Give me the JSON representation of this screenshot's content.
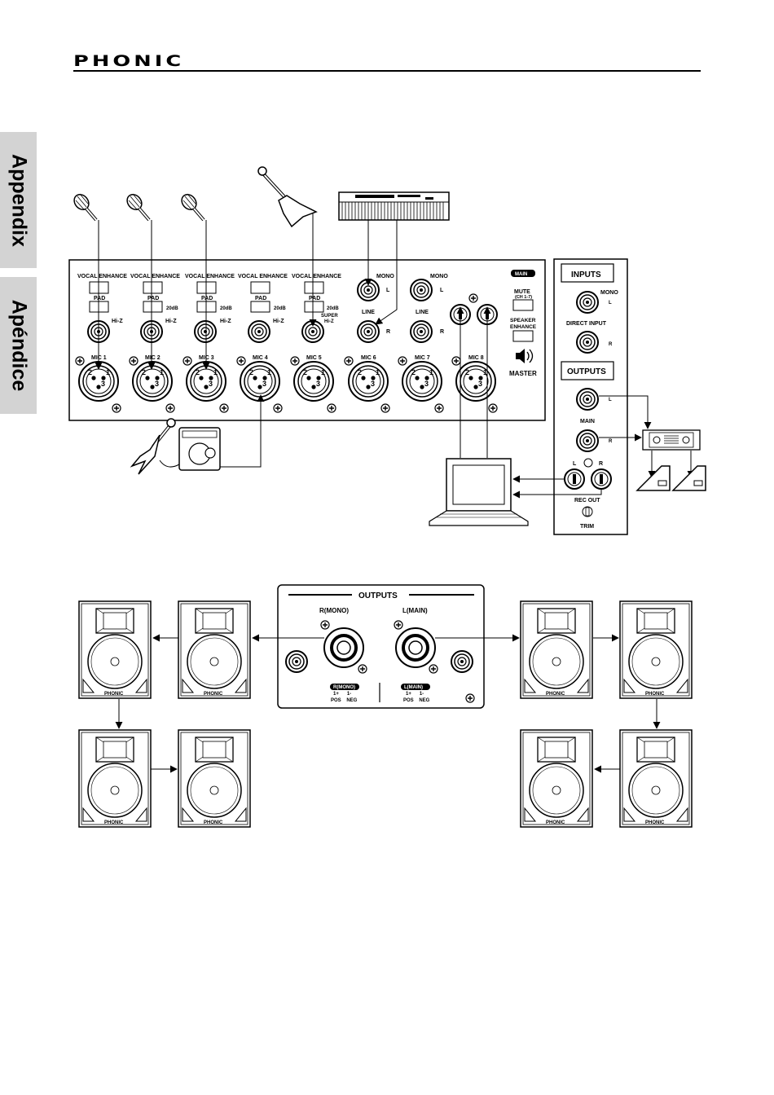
{
  "header": {
    "logo": "PHONIC"
  },
  "side_tabs": [
    "Appendix",
    "Apéndice"
  ],
  "mixer": {
    "vocal_enhance_label": "VOCAL ENHANCE",
    "pad_label": "PAD",
    "pad_value": "20dB",
    "hiz_label": "Hi-Z",
    "super_hiz_label": "SUPER\nHi-Z",
    "mic_channels": [
      "MIC 1",
      "MIC 2",
      "MIC 3",
      "MIC 4",
      "MIC 5",
      "MIC 6",
      "MIC 7",
      "MIC 8"
    ],
    "mono_label": "MONO",
    "line_label": "LINE",
    "l_label": "L",
    "r_label": "R",
    "main_badge": "MAIN",
    "mute_label": "MUTE",
    "mute_sub": "(CH 1-7)",
    "speaker_enhance_label": "SPEAKER\nENHANCE",
    "master_label": "MASTER"
  },
  "io_panel": {
    "inputs_title": "INPUTS",
    "mono_label": "MONO",
    "l_label": "L",
    "r_label": "R",
    "direct_input_label": "DIRECT INPUT",
    "outputs_title": "OUTPUTS",
    "main_label": "MAIN",
    "rec_out_label": "REC OUT",
    "trim_label": "TRIM"
  },
  "outputs_panel": {
    "title": "OUTPUTS",
    "r_mono": "R(MONO)",
    "l_main": "L(MAIN)",
    "r_mono_badge": "R(MONO)",
    "l_main_badge": "L(MAIN)",
    "pins": "1+      1-",
    "polarity": "POS    NEG"
  },
  "speaker_brand": "PHONIC"
}
